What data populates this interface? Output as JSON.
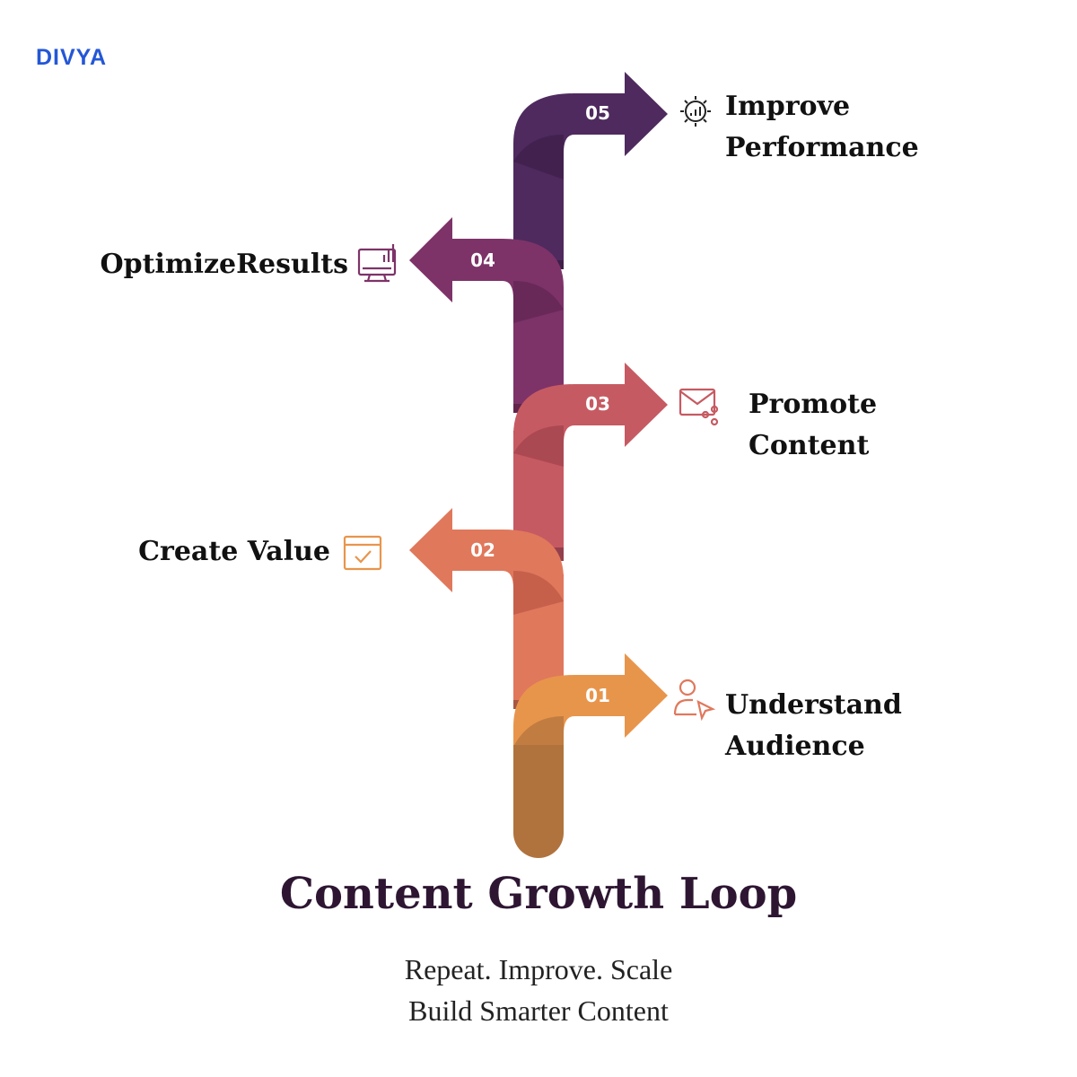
{
  "brand": "DIVYA",
  "steps": [
    {
      "num": "01",
      "label_lines": [
        "Understand",
        "Audience"
      ],
      "color": "#e8954c",
      "icon": "user-cursor-icon"
    },
    {
      "num": "02",
      "label_lines": [
        "Create Value"
      ],
      "color": "#e0785c",
      "icon": "calendar-check-icon"
    },
    {
      "num": "03",
      "label_lines": [
        "Promote",
        "Content"
      ],
      "color": "#c65a62",
      "icon": "mail-share-icon"
    },
    {
      "num": "04",
      "label_lines": [
        "OptimizeResults"
      ],
      "color": "#7d3368",
      "icon": "monitor-chart-icon"
    },
    {
      "num": "05",
      "label_lines": [
        "Improve",
        "Performance"
      ],
      "color": "#4e2a5e",
      "icon": "gear-chart-icon"
    }
  ],
  "title": "Content Growth Loop",
  "subtitle": {
    "line1": "Repeat. Improve. Scale",
    "line2": "Build Smarter Content"
  }
}
